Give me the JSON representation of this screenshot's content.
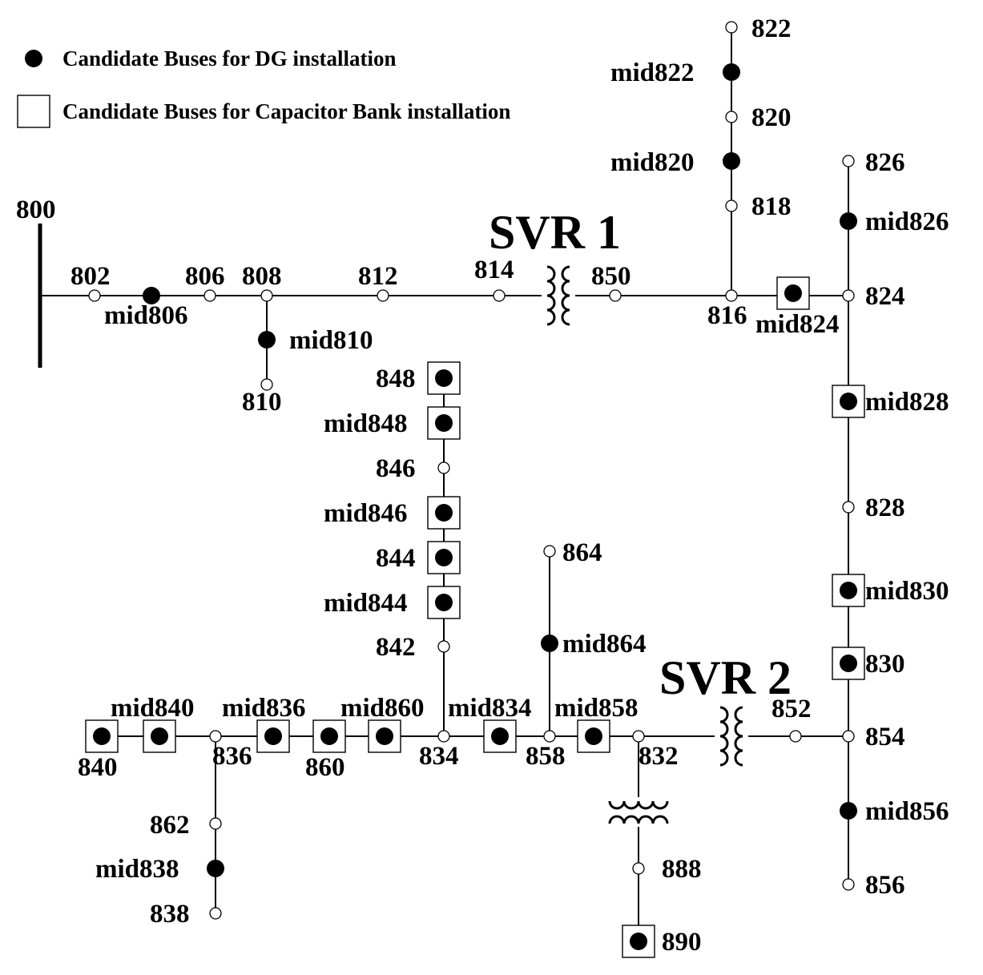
{
  "legend": {
    "dg": "Candidate Buses for DG installation",
    "cap": "Candidate Buses for Capacitor Bank installation"
  },
  "regulators": {
    "svr1": "SVR 1",
    "svr2": "SVR 2"
  },
  "buses": {
    "b800": "800",
    "b802": "802",
    "b806": "806",
    "b808": "808",
    "b810": "810",
    "b812": "812",
    "b814": "814",
    "b816": "816",
    "b818": "818",
    "b820": "820",
    "b822": "822",
    "b824": "824",
    "b826": "826",
    "b828": "828",
    "b830": "830",
    "b832": "832",
    "b834": "834",
    "b836": "836",
    "b838": "838",
    "b840": "840",
    "b842": "842",
    "b844": "844",
    "b846": "846",
    "b848": "848",
    "b850": "850",
    "b852": "852",
    "b854": "854",
    "b856": "856",
    "b858": "858",
    "b860": "860",
    "b862": "862",
    "b864": "864",
    "b888": "888",
    "b890": "890",
    "mid806": "mid806",
    "mid810": "mid810",
    "mid820": "mid820",
    "mid822": "mid822",
    "mid824": "mid824",
    "mid826": "mid826",
    "mid828": "mid828",
    "mid830": "mid830",
    "mid834": "mid834",
    "mid836": "mid836",
    "mid838": "mid838",
    "mid840": "mid840",
    "mid844": "mid844",
    "mid846": "mid846",
    "mid848": "mid848",
    "mid856": "mid856",
    "mid858": "mid858",
    "mid860": "mid860",
    "mid864": "mid864"
  }
}
